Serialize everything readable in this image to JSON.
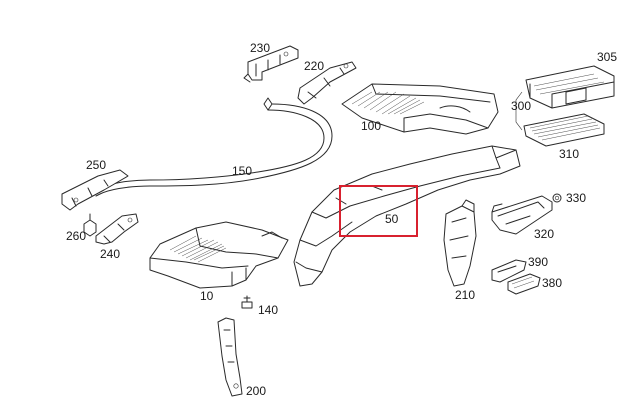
{
  "diagram": {
    "highlight_color": "#d8212f",
    "highlighted_part": "50",
    "parts": [
      {
        "id": "p230",
        "label": "230"
      },
      {
        "id": "p220",
        "label": "220"
      },
      {
        "id": "p305",
        "label": "305"
      },
      {
        "id": "p300",
        "label": "300"
      },
      {
        "id": "p100",
        "label": "100"
      },
      {
        "id": "p310",
        "label": "310"
      },
      {
        "id": "p250",
        "label": "250"
      },
      {
        "id": "p150",
        "label": "150"
      },
      {
        "id": "p330",
        "label": "330"
      },
      {
        "id": "p50",
        "label": "50"
      },
      {
        "id": "p260",
        "label": "260"
      },
      {
        "id": "p240",
        "label": "240"
      },
      {
        "id": "p320",
        "label": "320"
      },
      {
        "id": "p390",
        "label": "390"
      },
      {
        "id": "p380",
        "label": "380"
      },
      {
        "id": "p210",
        "label": "210"
      },
      {
        "id": "p10",
        "label": "10"
      },
      {
        "id": "p140",
        "label": "140"
      },
      {
        "id": "p200",
        "label": "200"
      }
    ]
  }
}
